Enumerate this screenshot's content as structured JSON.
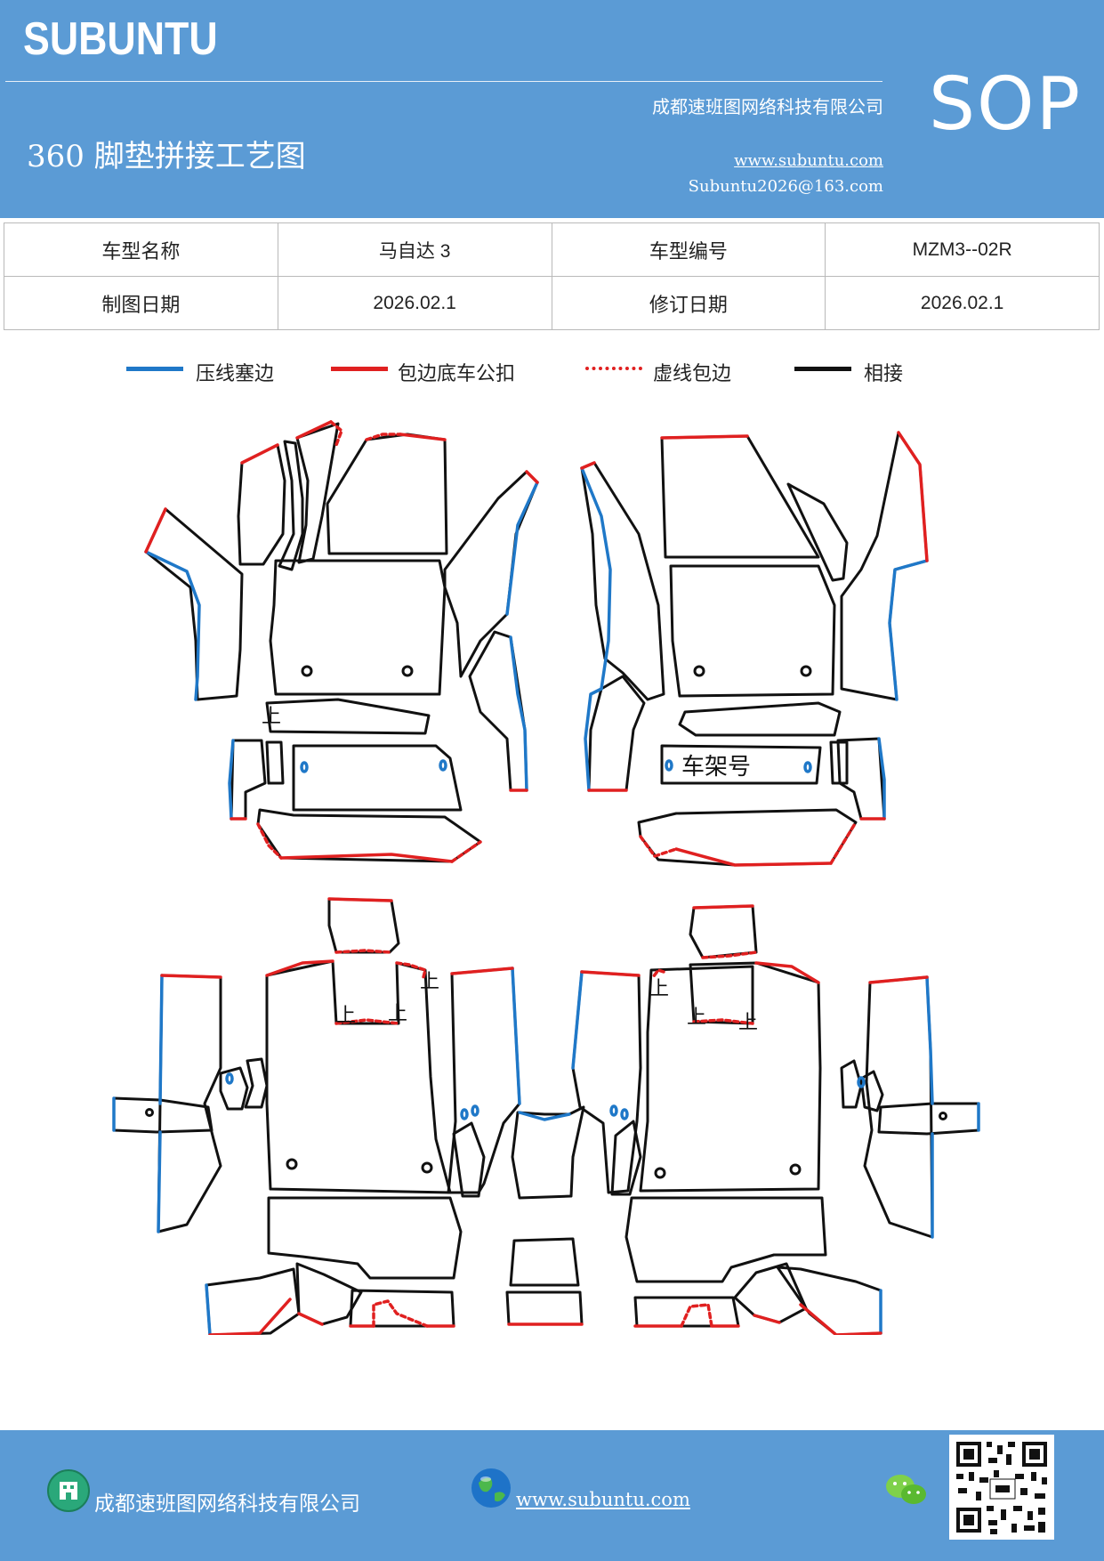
{
  "header": {
    "brand": "SUBUNTU",
    "company": "成都速班图网络科技有限公司",
    "title": "360 脚垫拼接工艺图",
    "website": "www.subuntu.com",
    "email": "Subuntu2026@163.com",
    "sop": "SOP"
  },
  "info_table": {
    "row1": [
      "车型名称",
      "马自达 3",
      "车型编号",
      "MZM3--02R"
    ],
    "row2": [
      "制图日期",
      "2026.02.1",
      "修订日期",
      "2026.02.1"
    ]
  },
  "legend": [
    {
      "label": "压线塞边",
      "color": "#1f78c8",
      "style": "solid"
    },
    {
      "label": "包边底车公扣",
      "color": "#e02020",
      "style": "solid"
    },
    {
      "label": "虚线包边",
      "color": "#e02020",
      "style": "dotted"
    },
    {
      "label": "相接",
      "color": "#111111",
      "style": "solid"
    }
  ],
  "drawing": {
    "up_mark": "上",
    "frame_label": "车架号"
  },
  "footer": {
    "company": "成都速班图网络科技有限公司",
    "website": "www.subuntu.com "
  },
  "icons": [
    "building-icon",
    "globe-icon",
    "wechat-icon",
    "qr-code"
  ]
}
